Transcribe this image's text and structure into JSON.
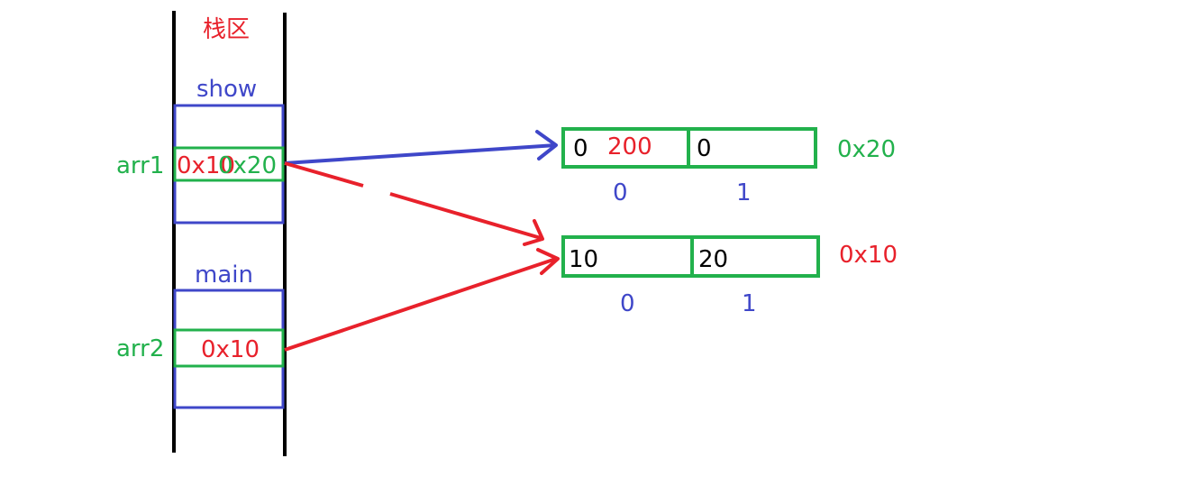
{
  "stack": {
    "title": "栈区",
    "frames": [
      {
        "name": "show",
        "var_label": "arr1",
        "old_value": "0x10",
        "new_value": "0x20"
      },
      {
        "name": "main",
        "var_label": "arr2",
        "value": "0x10"
      }
    ]
  },
  "heap": {
    "arrays": [
      {
        "address": "0x20",
        "cells": [
          {
            "value": "0",
            "updated_value": "200"
          },
          {
            "value": "0"
          }
        ],
        "indices": [
          "0",
          "1"
        ]
      },
      {
        "address": "0x10",
        "cells": [
          {
            "value": "10"
          },
          {
            "value": "20"
          }
        ],
        "indices": [
          "0",
          "1"
        ]
      }
    ]
  },
  "colors": {
    "stack_walls": "#000000",
    "frame": "#3f47c9",
    "variable": "#22b14c",
    "pointer_new": "#3f47c9",
    "pointer_old": "#e8212b"
  }
}
